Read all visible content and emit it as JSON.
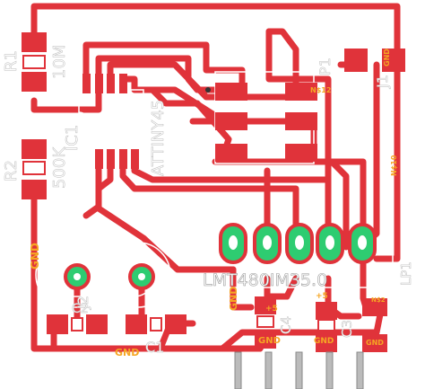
{
  "board": {
    "background": "#ffffff",
    "copper": "#e0333a",
    "silkscreen": "#ffffff",
    "net_label": "#f5a623",
    "pad_highlight": "#2ecc71"
  },
  "components": {
    "r1": {
      "ref": "R1",
      "value": "10M"
    },
    "r2": {
      "ref": "R2",
      "value": "500K"
    },
    "ic1": {
      "ref": "IC1",
      "value": "ATTINY45"
    },
    "p1": {
      "ref": "P1"
    },
    "j1": {
      "ref": "J1"
    },
    "j2": {
      "ref": "J2"
    },
    "sensor": {
      "ref": "LMT480IM35.0"
    },
    "c1": {
      "ref": "C1"
    },
    "c2": {
      "ref": "C2"
    },
    "c3": {
      "ref": "C3"
    },
    "c4": {
      "ref": "C4"
    },
    "lp1": {
      "ref": "LP1"
    }
  },
  "nets": {
    "gnd_left": "GND",
    "gnd_bottom": "GND",
    "gnd_connector": "GND",
    "gnd_right": "GND",
    "gnd_j1": "GND",
    "gnd_c3": "GND",
    "gnd_c2": "GND",
    "vcc_1": "+5",
    "vcc_2": "+5",
    "n$12": "N$12",
    "n$10": "N$10",
    "n$2": "N$2"
  },
  "plus_marks": [
    "+",
    "+",
    "+",
    "+"
  ]
}
